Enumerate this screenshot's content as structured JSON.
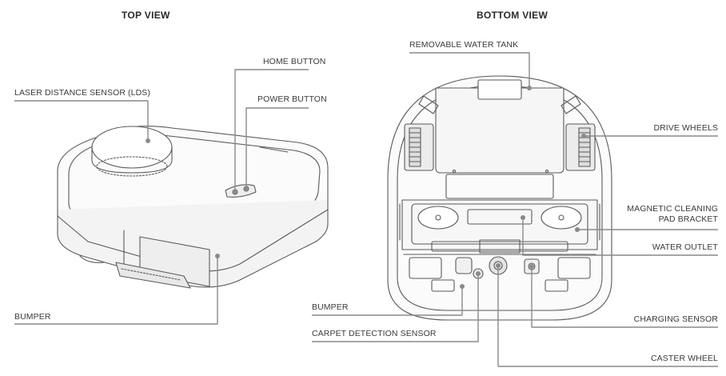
{
  "views": {
    "top": "TOP VIEW",
    "bottom": "BOTTOM VIEW"
  },
  "top_labels": {
    "home_button": "HOME BUTTON",
    "power_button": "POWER BUTTON",
    "lds": "LASER DISTANCE SENSOR (LDS)",
    "bumper": "BUMPER"
  },
  "bottom_labels": {
    "water_tank": "REMOVABLE WATER TANK",
    "drive_wheels": "DRIVE WHEELS",
    "pad_bracket_line1": "MAGNETIC CLEANING",
    "pad_bracket_line2": "PAD BRACKET",
    "water_outlet": "WATER OUTLET",
    "bumper": "BUMPER",
    "charging_sensor": "CHARGING SENSOR",
    "carpet_sensor": "CARPET DETECTION SENSOR",
    "caster_wheel": "CASTER WHEEL"
  }
}
